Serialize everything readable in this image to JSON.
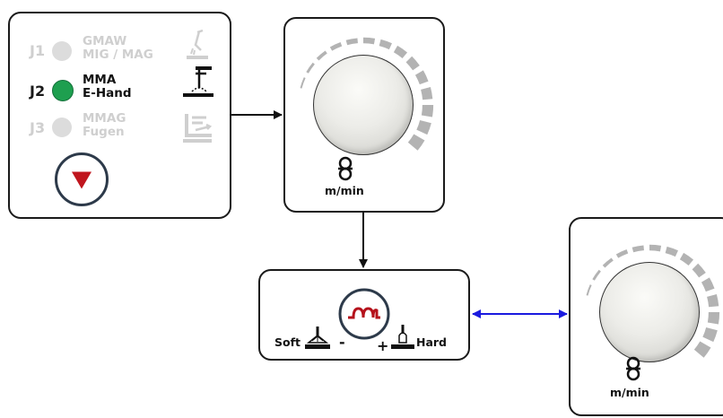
{
  "job_panel": {
    "jobs": [
      {
        "id": "J1",
        "mode_line1": "GMAW",
        "mode_line2": "MIG / MAG",
        "active": false
      },
      {
        "id": "J2",
        "mode_line1": "MMA",
        "mode_line2": "E-Hand",
        "active": true
      },
      {
        "id": "J3",
        "mode_line1": "MMAG",
        "mode_line2": "Fugen",
        "active": false
      }
    ],
    "active_led_color": "#1e9f4f",
    "inactive_led_color": "#dcdcdc",
    "down_button_icon": "down-triangle-icon"
  },
  "knob_panel_top": {
    "unit": "m/min",
    "icon": "wire-feed-icon"
  },
  "knob_panel_right": {
    "unit": "m/min",
    "icon": "wire-feed-icon"
  },
  "arc_panel": {
    "left_label": "Soft",
    "right_label": "Hard",
    "minus": "-",
    "plus": "+",
    "center_icon": "inductance-icon",
    "accent_color": "#b5121b"
  },
  "connectors": {
    "arrow_color": "#111111",
    "bidirectional_color": "#1a1adf"
  }
}
